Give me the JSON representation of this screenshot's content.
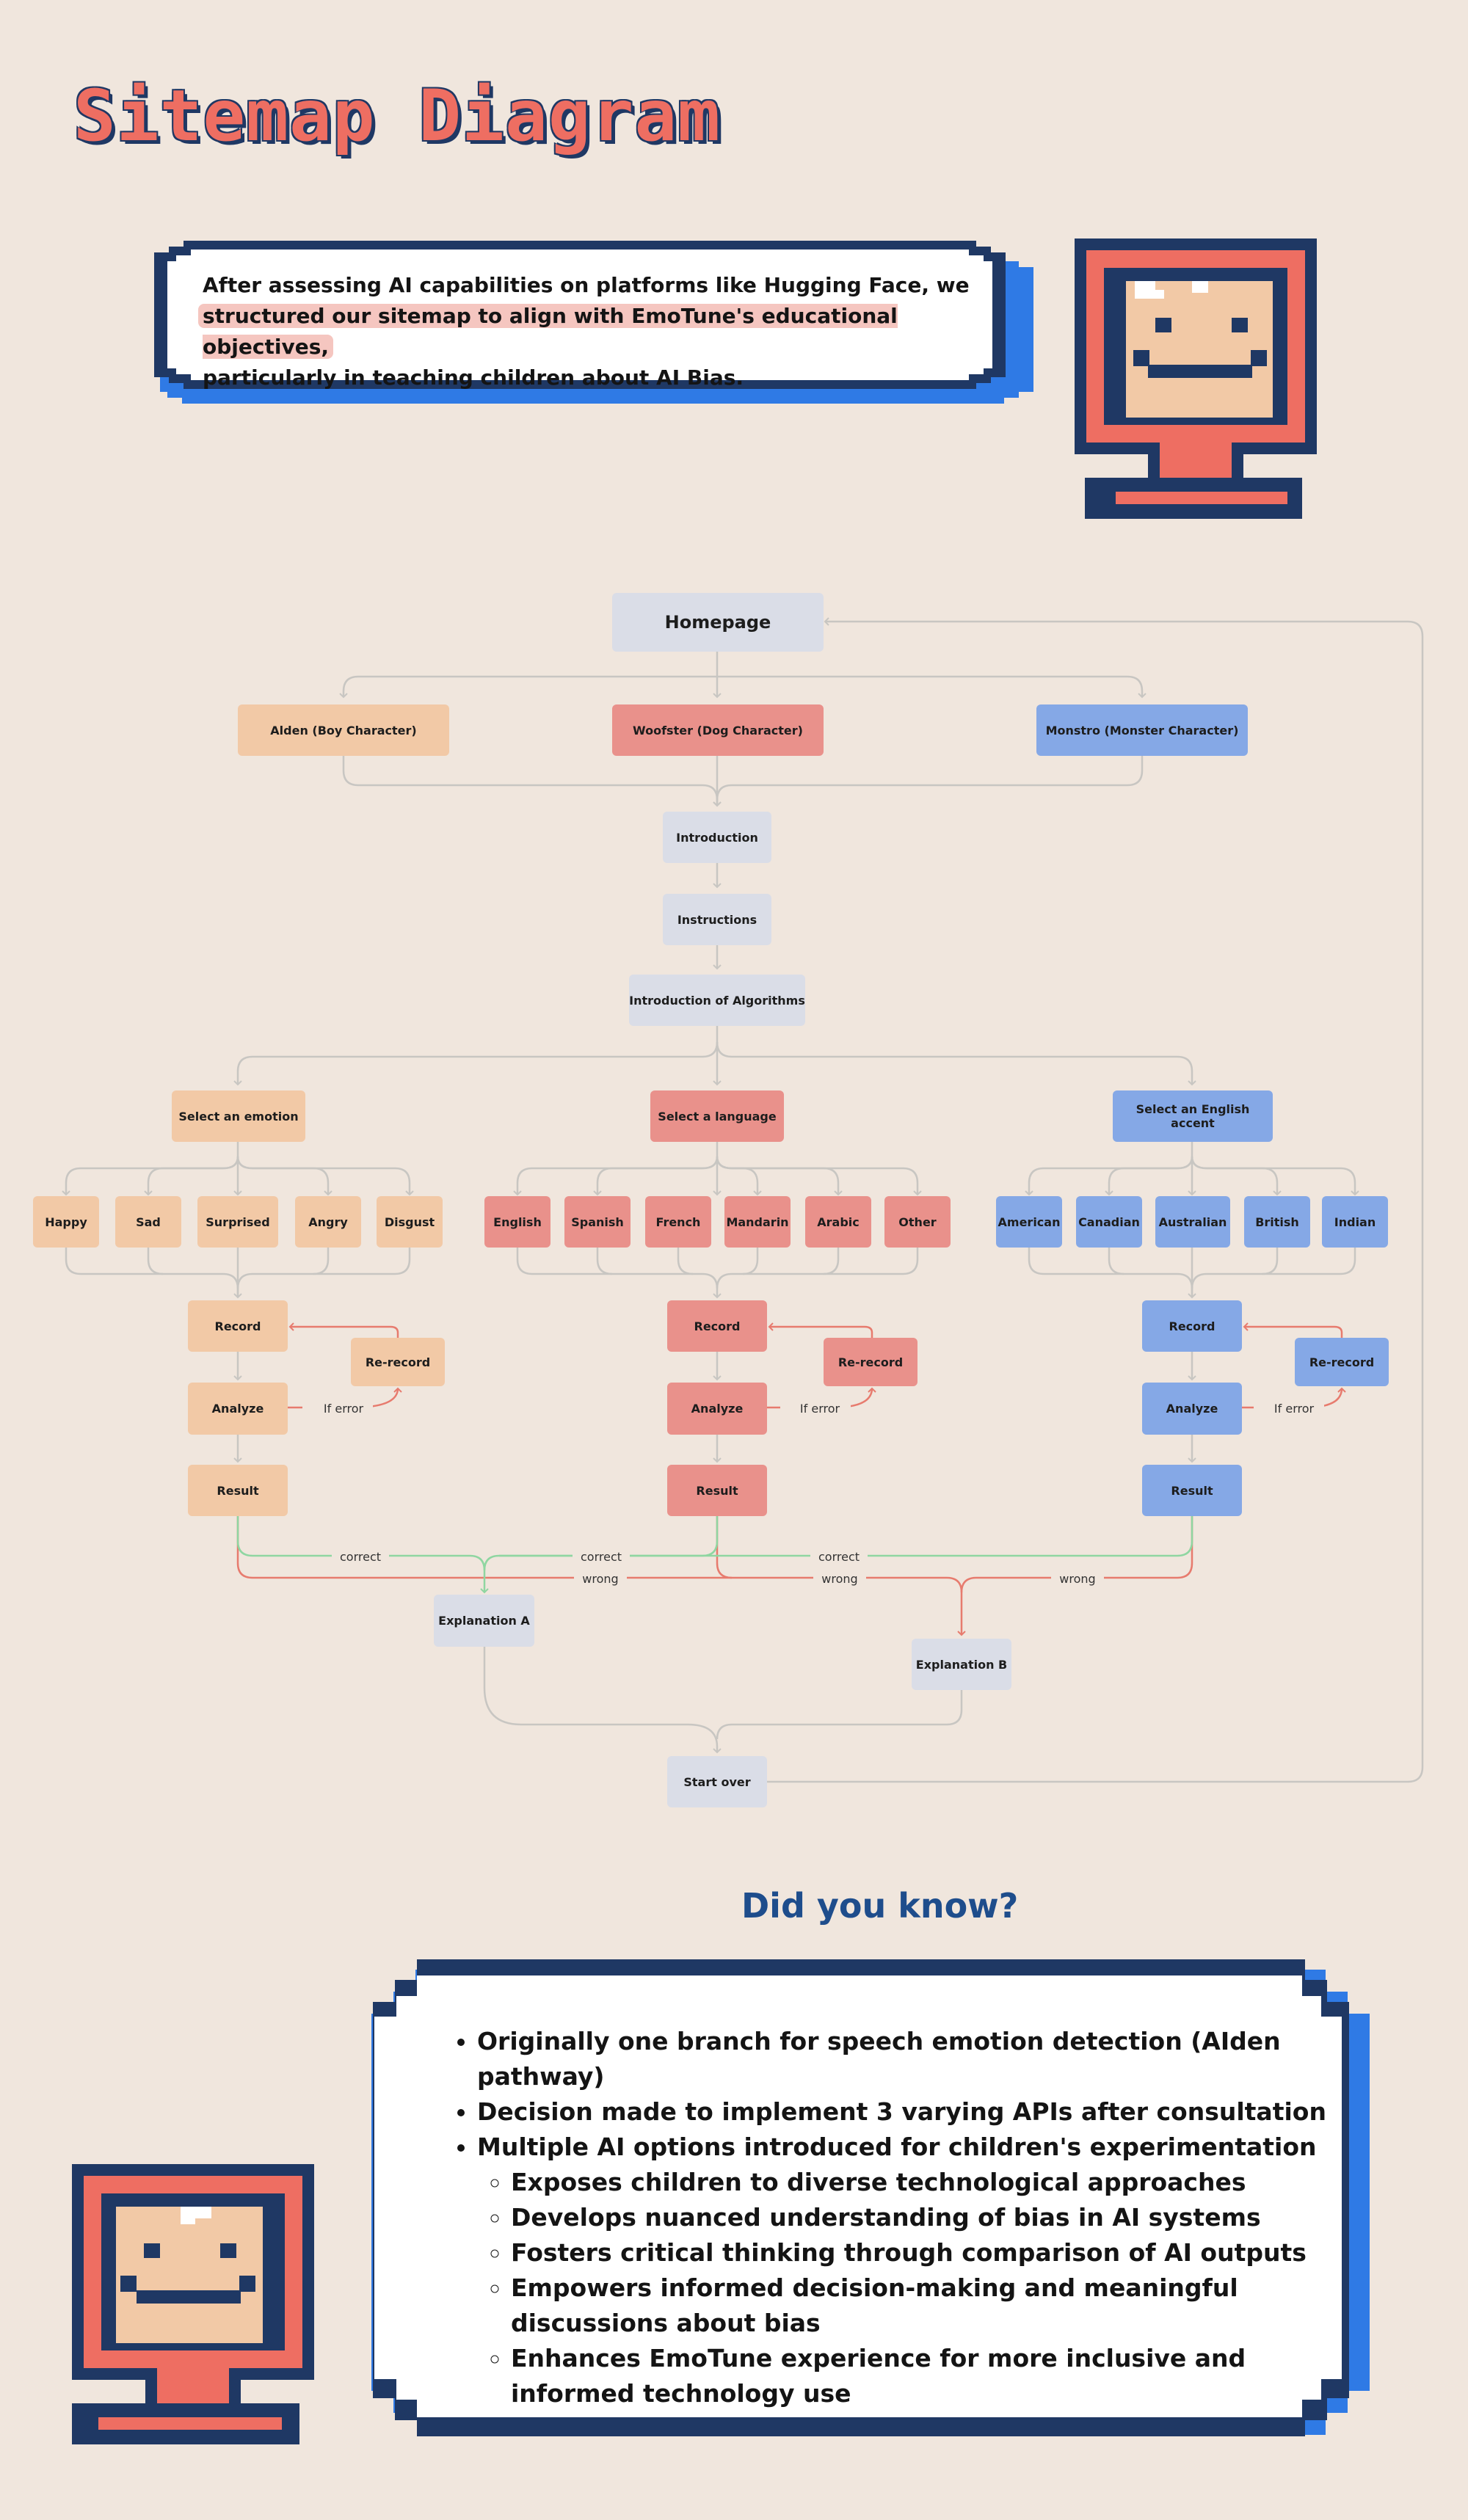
{
  "title": "Sitemap Diagram",
  "intro": {
    "line1": "After assessing AI capabilities on platforms like Hugging Face, we",
    "line2": "structured our sitemap to align with EmoTune's educational objectives,",
    "line3": "particularly in teaching children about AI Bias."
  },
  "colors": {
    "background": "#f0e6dd",
    "title": "#ee6e62",
    "navy": "#1f3864",
    "blue": "#2f7ae5",
    "node_gray": "#dadde7",
    "node_peach": "#f2c9a6",
    "node_red": "#e9918b",
    "node_blue": "#85a8e6",
    "edge_gray": "#c8c6c2",
    "edge_green": "#8fd6a1",
    "edge_red": "#e77b6e"
  },
  "diagram": {
    "homepage": "Homepage",
    "characters": [
      "Alden (Boy Character)",
      "Woofster (Dog Character)",
      "Monstro (Monster Character)"
    ],
    "introduction": "Introduction",
    "instructions": "Instructions",
    "algorithms": "Introduction of Algorithms",
    "branches": [
      {
        "select": "Select an emotion",
        "options": [
          "Happy",
          "Sad",
          "Surprised",
          "Angry",
          "Disgust"
        ],
        "record": "Record",
        "rerecord": "Re-record",
        "analyze": "Analyze",
        "result": "Result"
      },
      {
        "select": "Select a language",
        "options": [
          "English",
          "Spanish",
          "French",
          "Mandarin",
          "Arabic",
          "Other"
        ],
        "record": "Record",
        "rerecord": "Re-record",
        "analyze": "Analyze",
        "result": "Result"
      },
      {
        "select": "Select an English accent",
        "options": [
          "American",
          "Canadian",
          "Australian",
          "British",
          "Indian"
        ],
        "record": "Record",
        "rerecord": "Re-record",
        "analyze": "Analyze",
        "result": "Result"
      }
    ],
    "if_error": "If error",
    "correct": "correct",
    "wrong": "wrong",
    "explanation_a": "Explanation A",
    "explanation_b": "Explanation B",
    "start_over": "Start over"
  },
  "did_you_know": {
    "title": "Did you know?",
    "items": [
      "Originally one branch for speech emotion detection (AIden pathway)",
      "Decision made to implement 3 varying APIs after consultation",
      "Multiple AI options introduced for children's experimentation"
    ],
    "subitems": [
      "Exposes children to diverse technological approaches",
      "Develops nuanced understanding of bias in AI systems",
      "Fosters critical thinking through comparison of AI outputs",
      "Empowers informed decision-making and meaningful discussions about bias",
      "Enhances EmoTune experience for more inclusive and informed technology use"
    ]
  }
}
